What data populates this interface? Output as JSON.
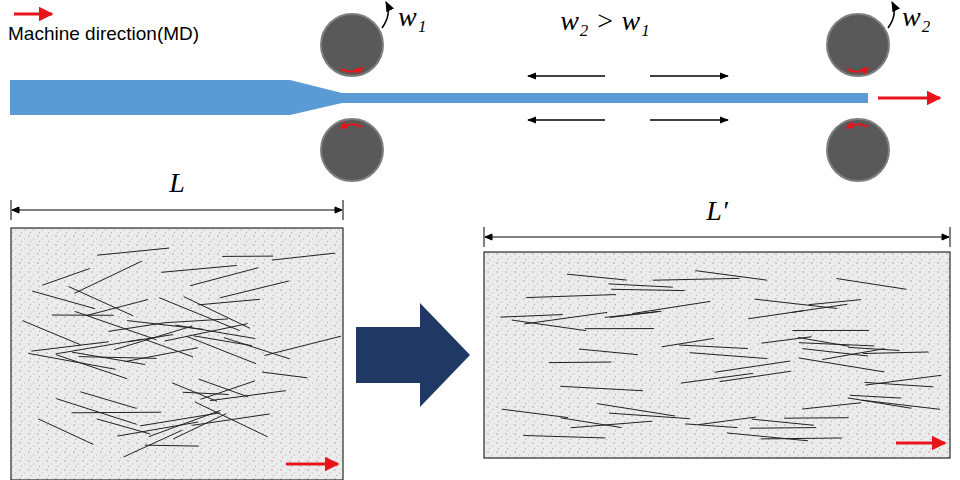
{
  "diagram": {
    "labels": [
      "Machine direction(MD)",
      "w₁",
      "w₂ > w₁",
      "w₂",
      "L",
      "L′"
    ]
  }
}
